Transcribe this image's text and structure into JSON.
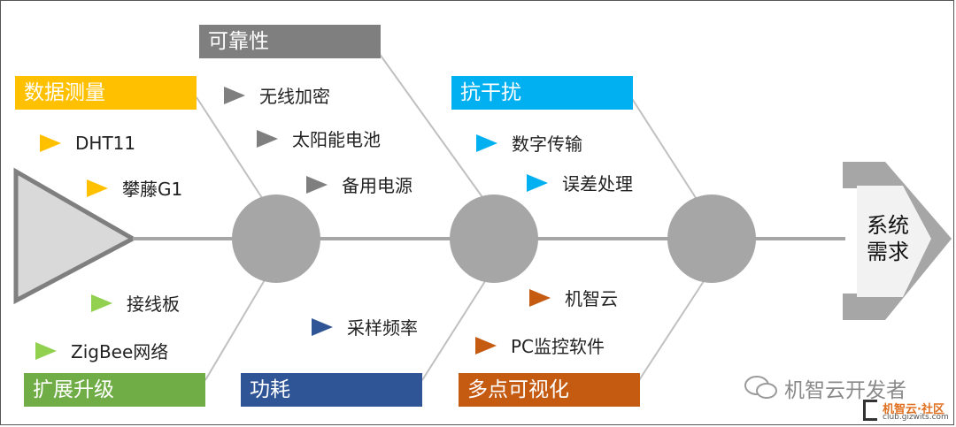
{
  "categories": {
    "data_measure": {
      "label": "数据测量",
      "color": "#FFC000"
    },
    "reliability": {
      "label": "可靠性",
      "color": "#7F7F7F"
    },
    "anti_interference": {
      "label": "抗干扰",
      "color": "#00B0F0"
    },
    "expansion": {
      "label": "扩展升级",
      "color": "#70AD47"
    },
    "power": {
      "label": "功耗",
      "color": "#2F5597"
    },
    "visualization": {
      "label": "多点可视化",
      "color": "#C55A11"
    }
  },
  "items": {
    "data_measure": [
      "DHT11",
      "攀藤G1"
    ],
    "reliability": [
      "无线加密",
      "太阳能电池",
      "备用电源"
    ],
    "anti_interference": [
      "数字传输",
      "误差处理"
    ],
    "expansion": [
      "接线板",
      "ZigBee网络"
    ],
    "power": [
      "采样频率"
    ],
    "visualization": [
      "机智云",
      "PC监控软件"
    ]
  },
  "head": {
    "line1": "系统",
    "line2": "需求"
  },
  "watermark": {
    "brand": "机智云开发者",
    "site_name": "机智云·社区",
    "site_url": "club.gizwits.com"
  }
}
